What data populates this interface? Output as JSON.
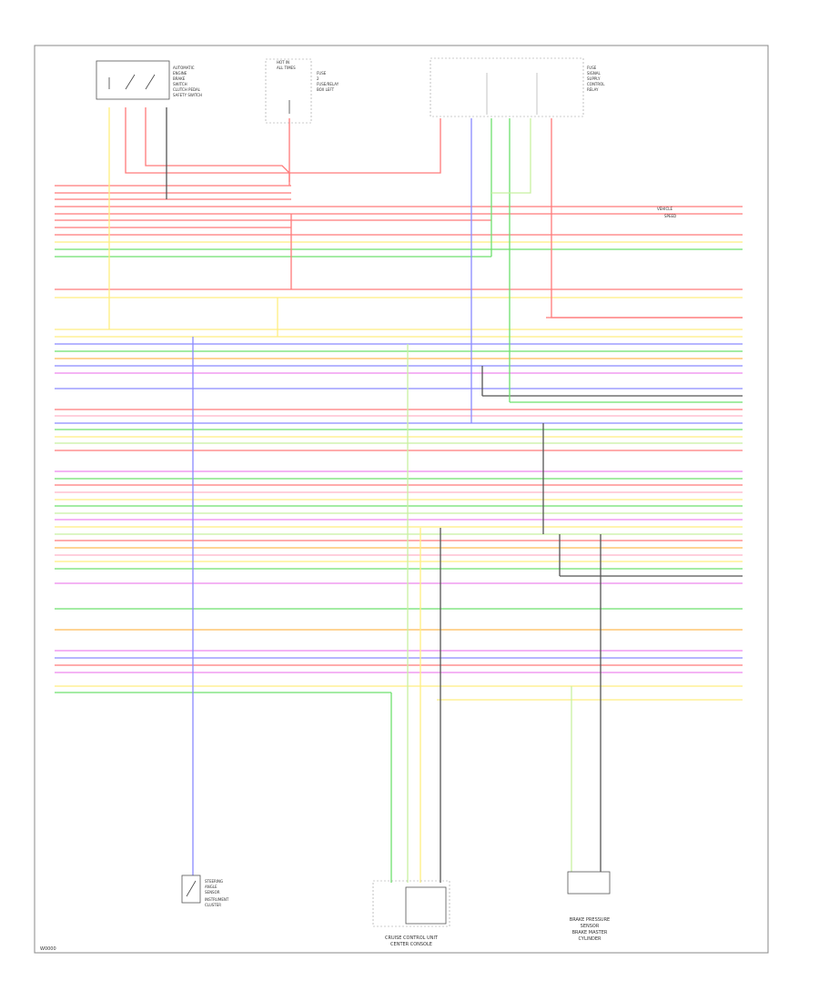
{
  "footer": {
    "code": "W0000"
  },
  "components": {
    "top_switch": {
      "lines": [
        "AUTOMATIC",
        "ENGINE",
        "BRAKE",
        "SWITCH",
        "CLUTCH PEDAL",
        "SAFETY SWITCH"
      ]
    },
    "top_fuse": {
      "lines": [
        "HOT IN",
        "ALL TIMES",
        "FUSE",
        "2",
        "FUSE/RELAY",
        "BOX LEFT"
      ]
    },
    "top_junction": {
      "lines": [
        "FUSE",
        "SIGNAL",
        "SUPPLY",
        "CONTROL",
        "RELAY"
      ]
    },
    "bottom_left": {
      "lines": [
        "STEERING",
        "ANGLE",
        "SENSOR",
        "INSTRUMENT",
        "CLUSTER"
      ]
    },
    "bottom_center": {
      "lines": [
        "CRUISE CONTROL UNIT",
        "CENTER CONSOLE"
      ]
    },
    "bottom_right": {
      "lines": [
        "BRAKE PRESSURE",
        "SENSOR",
        "BRAKE MASTER",
        "CYLINDER"
      ]
    },
    "right_labels": [
      "VEHICLE",
      "SPEED"
    ]
  },
  "colors": {
    "red": "#ff7a7a",
    "yellow": "#ffee80",
    "green": "#6ee06e",
    "blue": "#8a8aff",
    "orange": "#ffbb55",
    "violet": "#ee88ee",
    "pink": "#ffb3c8",
    "gray": "#555555",
    "lightgreen": "#c8f0a0"
  }
}
